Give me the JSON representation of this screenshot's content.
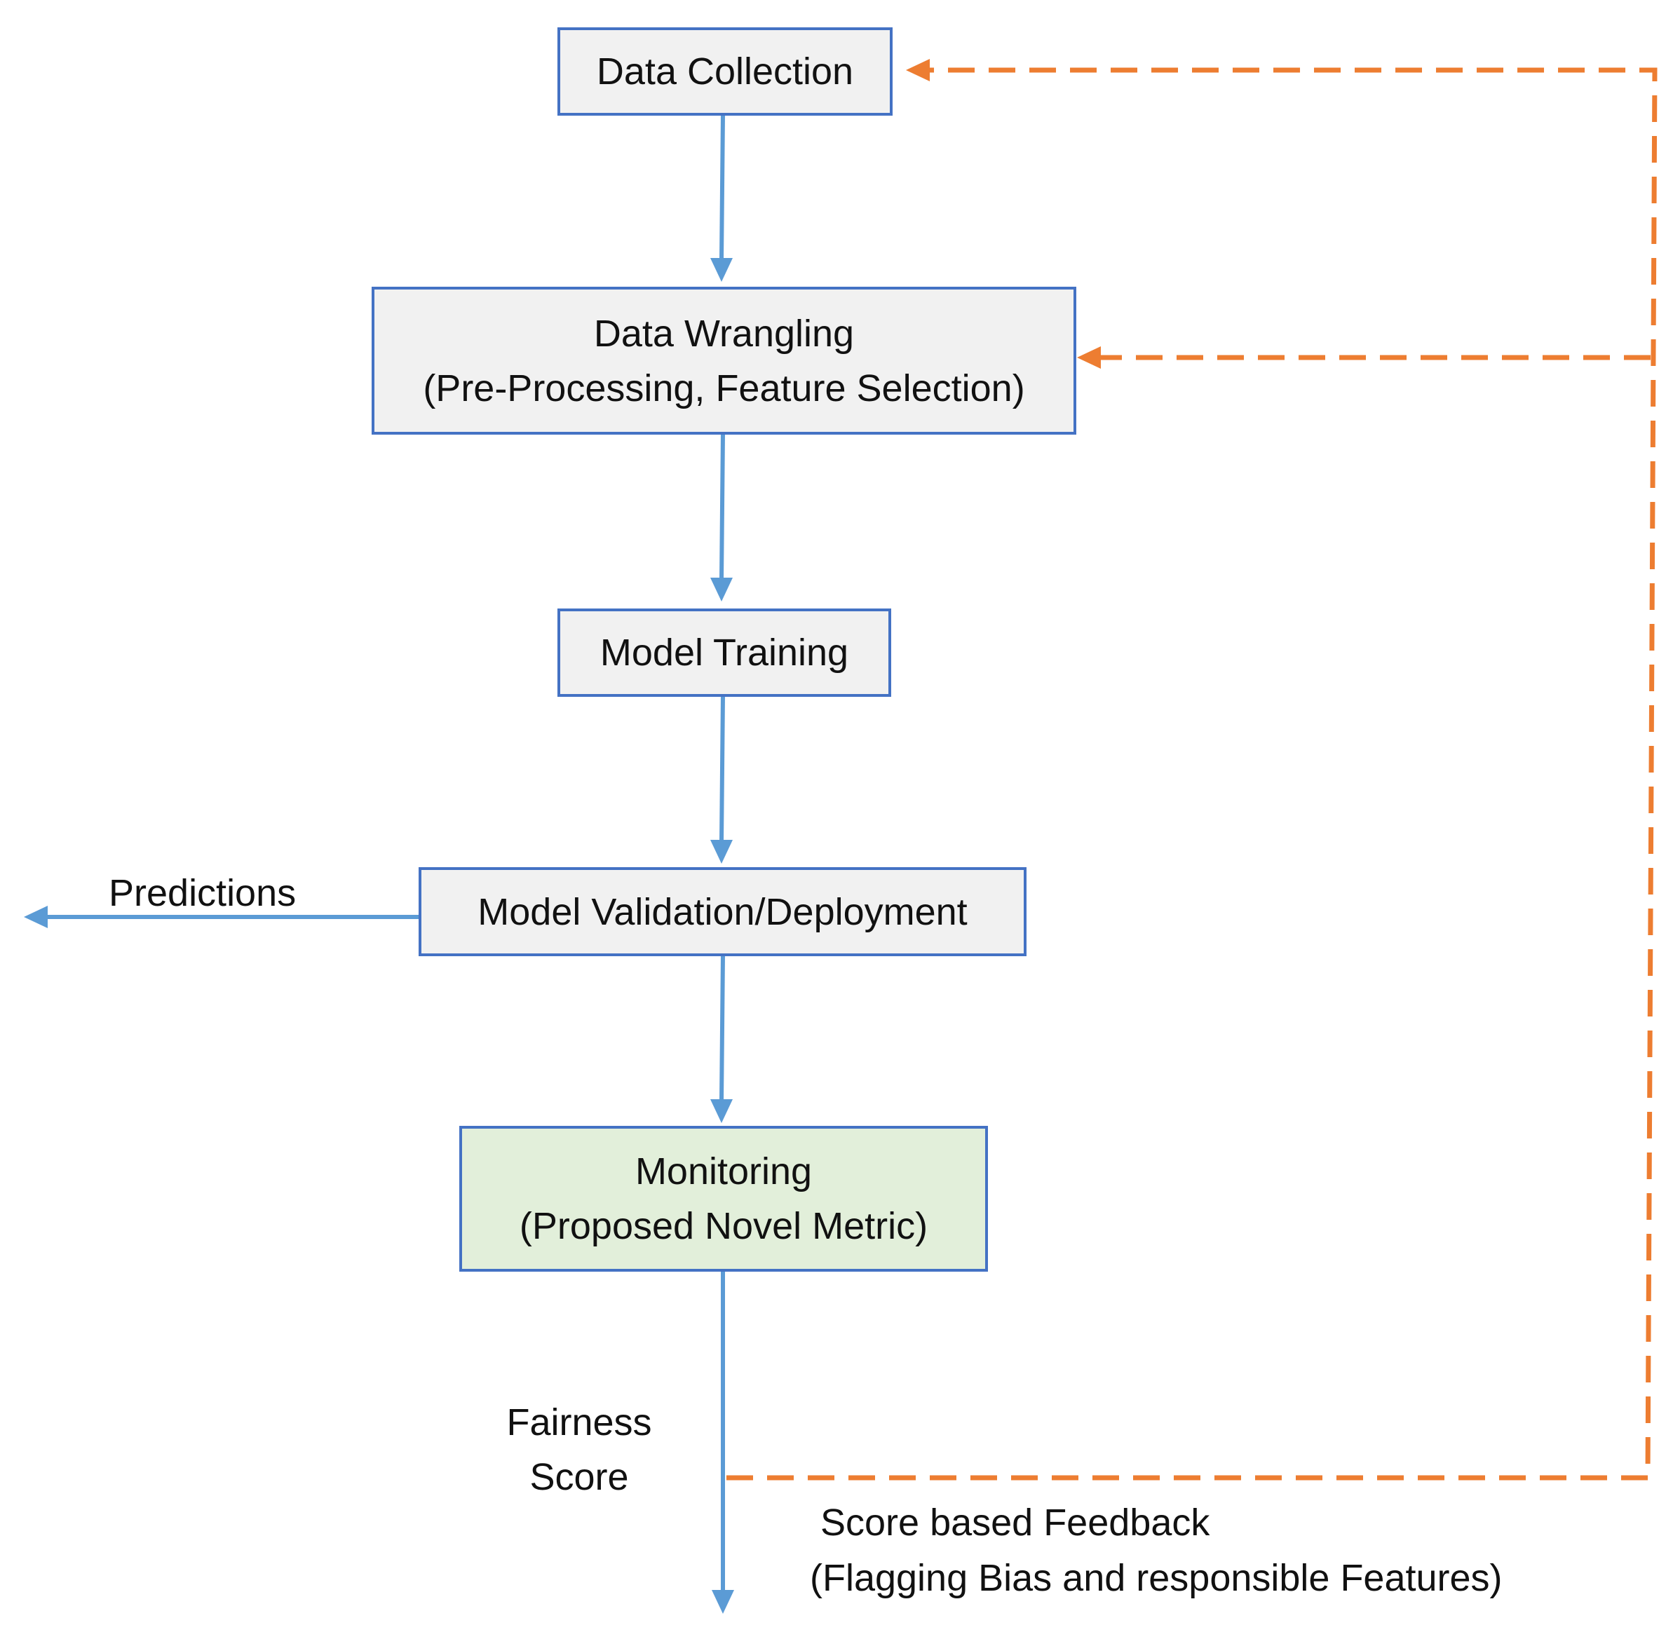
{
  "nodes": {
    "data_collection": {
      "title": "Data Collection"
    },
    "data_wrangling": {
      "title": "Data Wrangling",
      "subtitle": "(Pre-Processing, Feature Selection)"
    },
    "model_training": {
      "title": "Model Training"
    },
    "model_validation": {
      "title": "Model Validation/Deployment"
    },
    "monitoring": {
      "title": "Monitoring",
      "subtitle": "(Proposed Novel Metric)"
    }
  },
  "labels": {
    "predictions": "Predictions",
    "fairness_line1": "Fairness",
    "fairness_line2": "Score",
    "feedback_line1": "Score based Feedback",
    "feedback_line2": "(Flagging Bias and responsible Features)"
  },
  "colors": {
    "flow_arrow": "#5b9bd5",
    "feedback_arrow": "#ed7d31",
    "box_border": "#4472c4",
    "box_fill": "#f1f1f1",
    "monitoring_fill": "#e2efda"
  }
}
